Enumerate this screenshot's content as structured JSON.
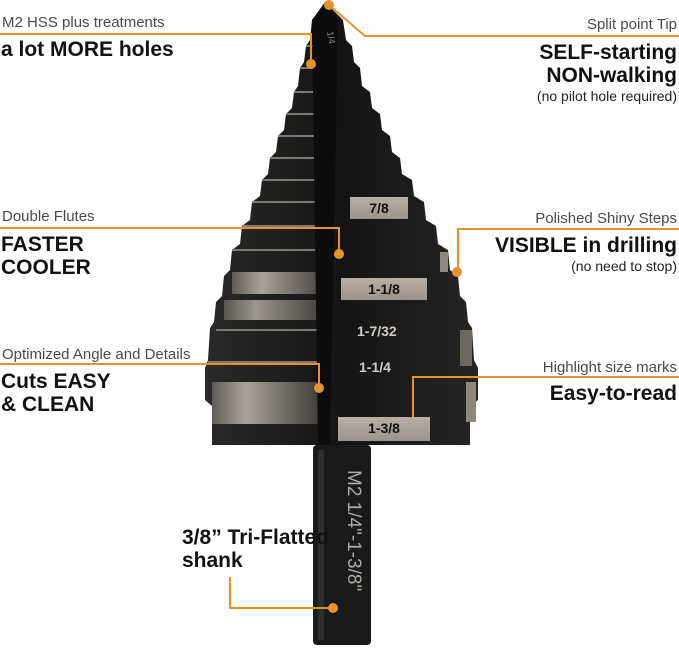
{
  "accent_color": "#E8922E",
  "callouts": {
    "material": {
      "subtitle": "M2 HSS plus treatments",
      "headline": "a lot MORE holes"
    },
    "tip": {
      "subtitle": "Split point Tip",
      "headline_1": "SELF-starting",
      "headline_2": "NON-walking",
      "note": "(no pilot hole required)"
    },
    "flutes": {
      "subtitle": "Double Flutes",
      "headline_1": "FASTER",
      "headline_2": "COOLER"
    },
    "steps": {
      "subtitle": "Polished Shiny Steps",
      "headline": "VISIBLE in drilling",
      "note": "(no need to stop)"
    },
    "angle": {
      "subtitle": "Optimized Angle and Details",
      "headline_1": "Cuts EASY",
      "headline_2": "& CLEAN"
    },
    "marks": {
      "subtitle": "Highlight size marks",
      "headline": "Easy-to-read"
    },
    "shank": {
      "headline_1": "3/8” Tri-Flatted",
      "headline_2": "shank"
    }
  },
  "drill": {
    "size_marks": [
      "7/8",
      "1-1/8",
      "1-7/32",
      "1-1/4",
      "1-3/8"
    ],
    "shank_engraving": "M2 1/4\"-1-3/8\"",
    "tip_mark": "1/4"
  }
}
